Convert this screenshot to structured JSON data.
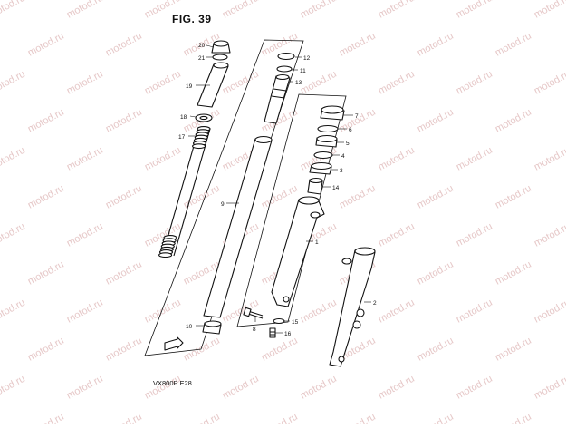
{
  "figure": {
    "title": "FIG. 39",
    "model": "VX800P E28"
  },
  "watermark": {
    "text": "motod.ru",
    "color": "#e6c8c8"
  },
  "callouts": [
    {
      "id": "label-20",
      "text": "20"
    },
    {
      "id": "label-21",
      "text": "21"
    },
    {
      "id": "label-19",
      "text": "19"
    },
    {
      "id": "label-18",
      "text": "18"
    },
    {
      "id": "label-17",
      "text": "17"
    },
    {
      "id": "label-12",
      "text": "12"
    },
    {
      "id": "label-11",
      "text": "11"
    },
    {
      "id": "label-13",
      "text": "13"
    },
    {
      "id": "label-9",
      "text": "9"
    },
    {
      "id": "label-10",
      "text": "10"
    },
    {
      "id": "label-7",
      "text": "7"
    },
    {
      "id": "label-6",
      "text": "6"
    },
    {
      "id": "label-5",
      "text": "5"
    },
    {
      "id": "label-4",
      "text": "4"
    },
    {
      "id": "label-3",
      "text": "3"
    },
    {
      "id": "label-14",
      "text": "14"
    },
    {
      "id": "label-1",
      "text": "1"
    },
    {
      "id": "label-2",
      "text": "2"
    },
    {
      "id": "label-8",
      "text": "8"
    },
    {
      "id": "label-15",
      "text": "15"
    },
    {
      "id": "label-16",
      "text": "16"
    }
  ],
  "icons": {
    "front_indicator": "front-arrow-icon"
  }
}
